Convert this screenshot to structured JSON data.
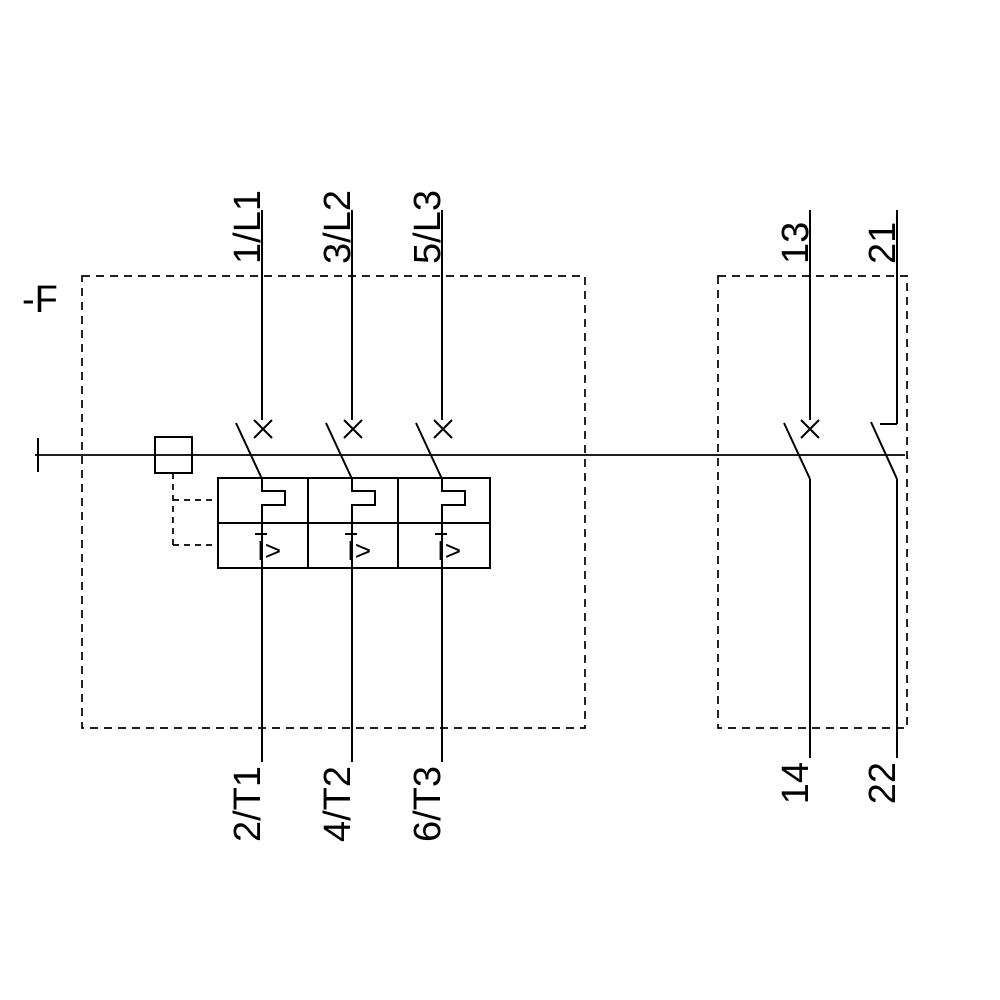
{
  "diagram": {
    "device_label": "-F",
    "main_poles": [
      {
        "top_terminal": "1/L1",
        "bottom_terminal": "2/T1"
      },
      {
        "top_terminal": "3/L2",
        "bottom_terminal": "4/T2"
      },
      {
        "top_terminal": "5/L3",
        "bottom_terminal": "6/T3"
      }
    ],
    "auxiliary_contacts": [
      {
        "top_terminal": "13",
        "bottom_terminal": "14",
        "type": "NO"
      },
      {
        "top_terminal": "21",
        "bottom_terminal": "22",
        "type": "NC"
      }
    ],
    "overload_release_symbol": "I>",
    "symbols": {
      "breaker_function_icon": "x-cross",
      "operating_mechanism_icon": "square-box",
      "mechanical_linkage_icon": "horizontal-line",
      "magnetic_release_icon": "rect-hook",
      "thermal_release_icon": "I>"
    },
    "colors": {
      "line": "#000000",
      "background": "#ffffff"
    }
  }
}
